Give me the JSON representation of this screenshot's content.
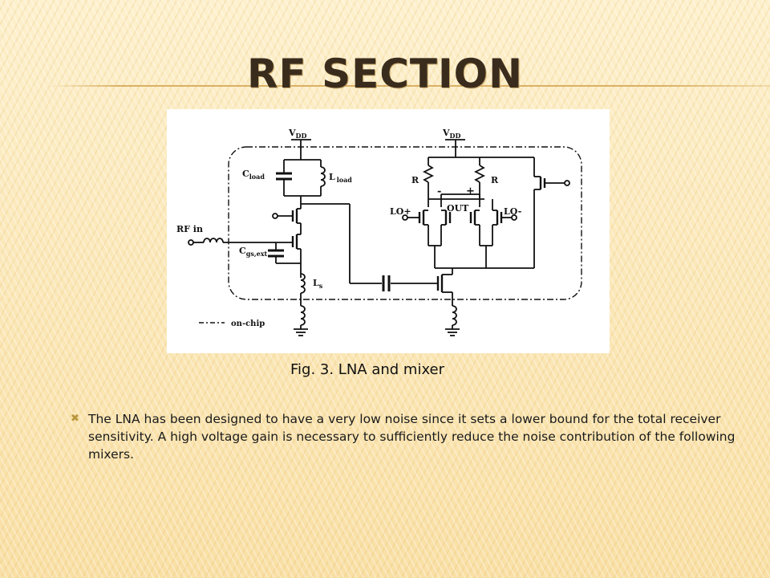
{
  "slide": {
    "title": "RF SECTION",
    "caption": "Fig. 3. LNA and mixer",
    "bullets": [
      "The LNA has been designed to have a very low noise since it sets a lower bound for the total receiver sensitivity. A high voltage gain is necessary to sufficiently reduce the noise contribution of the following mixers."
    ]
  },
  "figure": {
    "labels": {
      "vdd_left": "V",
      "vdd_sub": "DD",
      "vdd_right": "V",
      "vdd_right_sub": "DD",
      "cload": "C",
      "cload_sub": "load",
      "lload": "L",
      "lload_sub": "load",
      "rf_in": "RF in",
      "cgs": "C",
      "cgs_sub": "gs,ext",
      "ls": "L",
      "ls_sub": "s",
      "r_left": "R",
      "r_right": "R",
      "minus": "-",
      "plus": "+",
      "lo_plus": "LO+",
      "lo_minus": "LO-",
      "out": "OUT",
      "on_chip": "on-chip"
    }
  },
  "colors": {
    "title": "#3a2c1d",
    "accent_line": "#d6aa5a",
    "bullet": "#b8963e"
  }
}
